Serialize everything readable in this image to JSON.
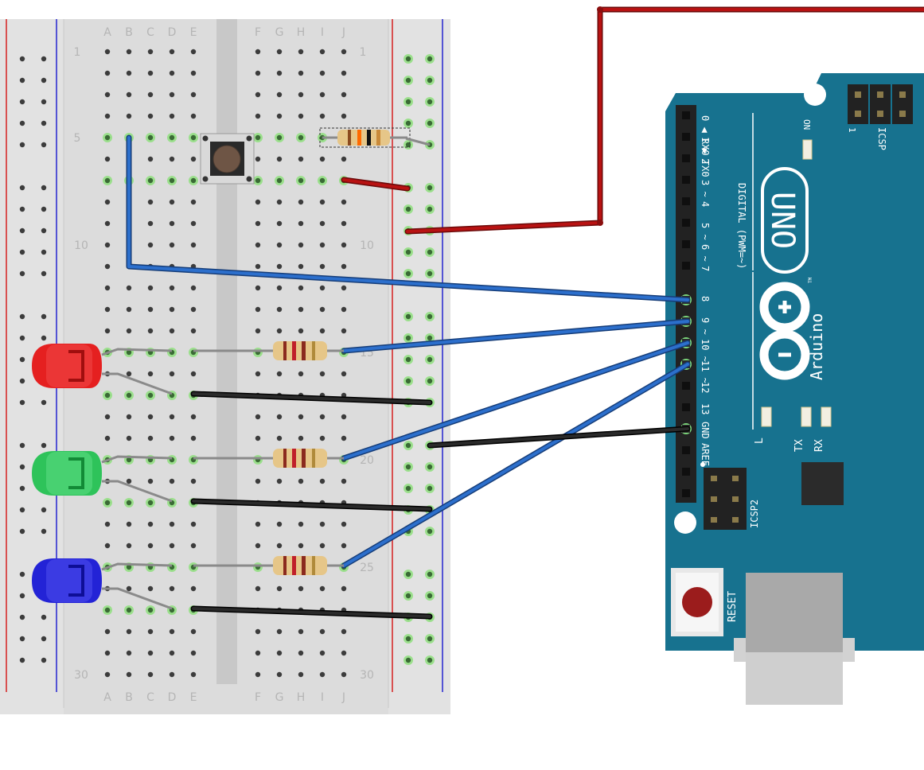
{
  "breadboard": {
    "col_letters": [
      "A",
      "B",
      "C",
      "D",
      "E",
      "F",
      "G",
      "H",
      "I",
      "J"
    ],
    "row_numbers": [
      "1",
      "5",
      "10",
      "15",
      "20",
      "25",
      "30"
    ]
  },
  "arduino": {
    "model": "UNO",
    "brand": "Arduino",
    "trademark": "TM",
    "digital_label": "DIGITAL (PWM=~)",
    "digital_pins": [
      "0 ◀ RX0",
      "1 ▶ TX0",
      "2",
      "3 ~",
      "4",
      "5 ~",
      "6 ~",
      "7",
      "8",
      "9 ~",
      "10 ~",
      "11 ~",
      "12",
      "13",
      "GND",
      "AREF"
    ],
    "on_label": "ON",
    "icsp_label": "ICSP",
    "icsp_pin1": "1",
    "icsp2_label": "ICSP2",
    "led_l": "L",
    "led_tx": "TX",
    "led_rx": "RX",
    "reset_label": "RESET"
  },
  "colors": {
    "board_teal": "#17728f",
    "wire_blue": "#2c6fcc",
    "wire_red": "#b81212",
    "wire_black": "#1a1a1a",
    "led_red": "#e52020",
    "led_green": "#2ec35a",
    "led_blue": "#2323d6",
    "hole_active": "#9bdf8c"
  }
}
